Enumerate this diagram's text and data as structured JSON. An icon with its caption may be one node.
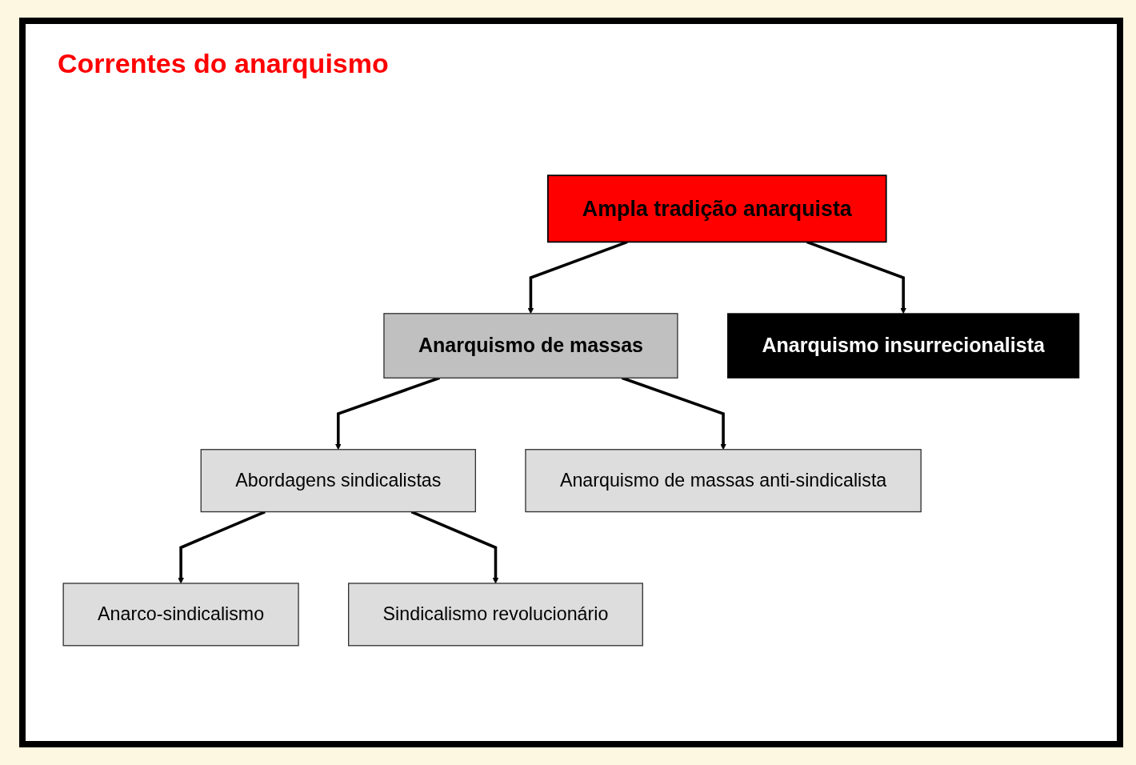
{
  "diagram": {
    "title": "Correntes do anarquismo",
    "nodes": [
      {
        "text": [
          "Ampla tradição anarquista"
        ]
      },
      {
        "text": [
          "Anarquismo de massas"
        ]
      },
      {
        "text": [
          "Anarquismo insurrecionalista"
        ]
      },
      {
        "text": [
          "Abordagens sindicalistas"
        ]
      },
      {
        "text": [
          "Anarquismo de massas anti-sindicalista"
        ]
      },
      {
        "text": [
          "Anarco-sindicalismo"
        ]
      },
      {
        "text": [
          "Sindicalismo revolucionário"
        ]
      }
    ],
    "edges": [
      {
        "from": 0,
        "to": 1,
        "arrow": "to"
      },
      {
        "from": 0,
        "to": 2,
        "arrow": "to"
      },
      {
        "from": 1,
        "to": 3,
        "arrow": "to"
      },
      {
        "from": 1,
        "to": 4,
        "arrow": "to"
      },
      {
        "from": 3,
        "to": 5,
        "arrow": "to"
      },
      {
        "from": 3,
        "to": 6,
        "arrow": "to"
      }
    ]
  }
}
